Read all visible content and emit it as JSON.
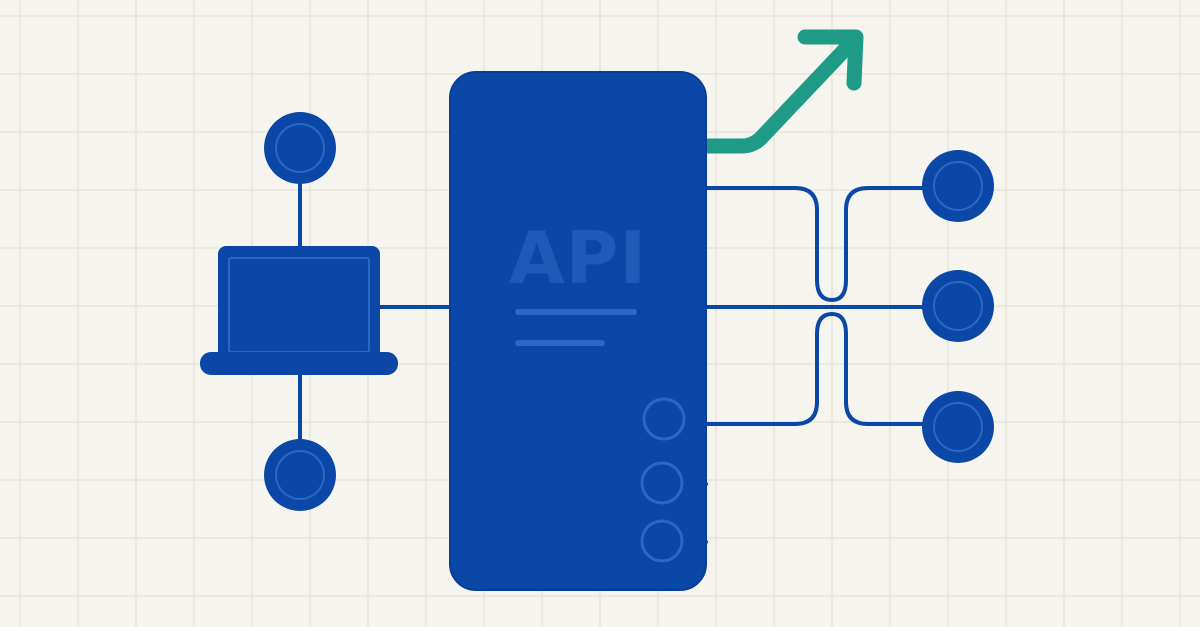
{
  "diagram": {
    "center_label": "API",
    "colors": {
      "background": "#f6f4ef",
      "grid": "#e7e3da",
      "primary": "#0a47a6",
      "primary_dark": "#083f96",
      "primary_light": "#2b67c4",
      "accent": "#1f9a86"
    },
    "icons": {
      "left_device": "laptop-icon",
      "growth_arrow": "trend-up-arrow-icon"
    },
    "left_nodes": [
      "top-node",
      "bottom-node"
    ],
    "right_nodes": [
      "upper-endpoint",
      "middle-endpoint",
      "lower-endpoint"
    ],
    "port_count": 3
  }
}
